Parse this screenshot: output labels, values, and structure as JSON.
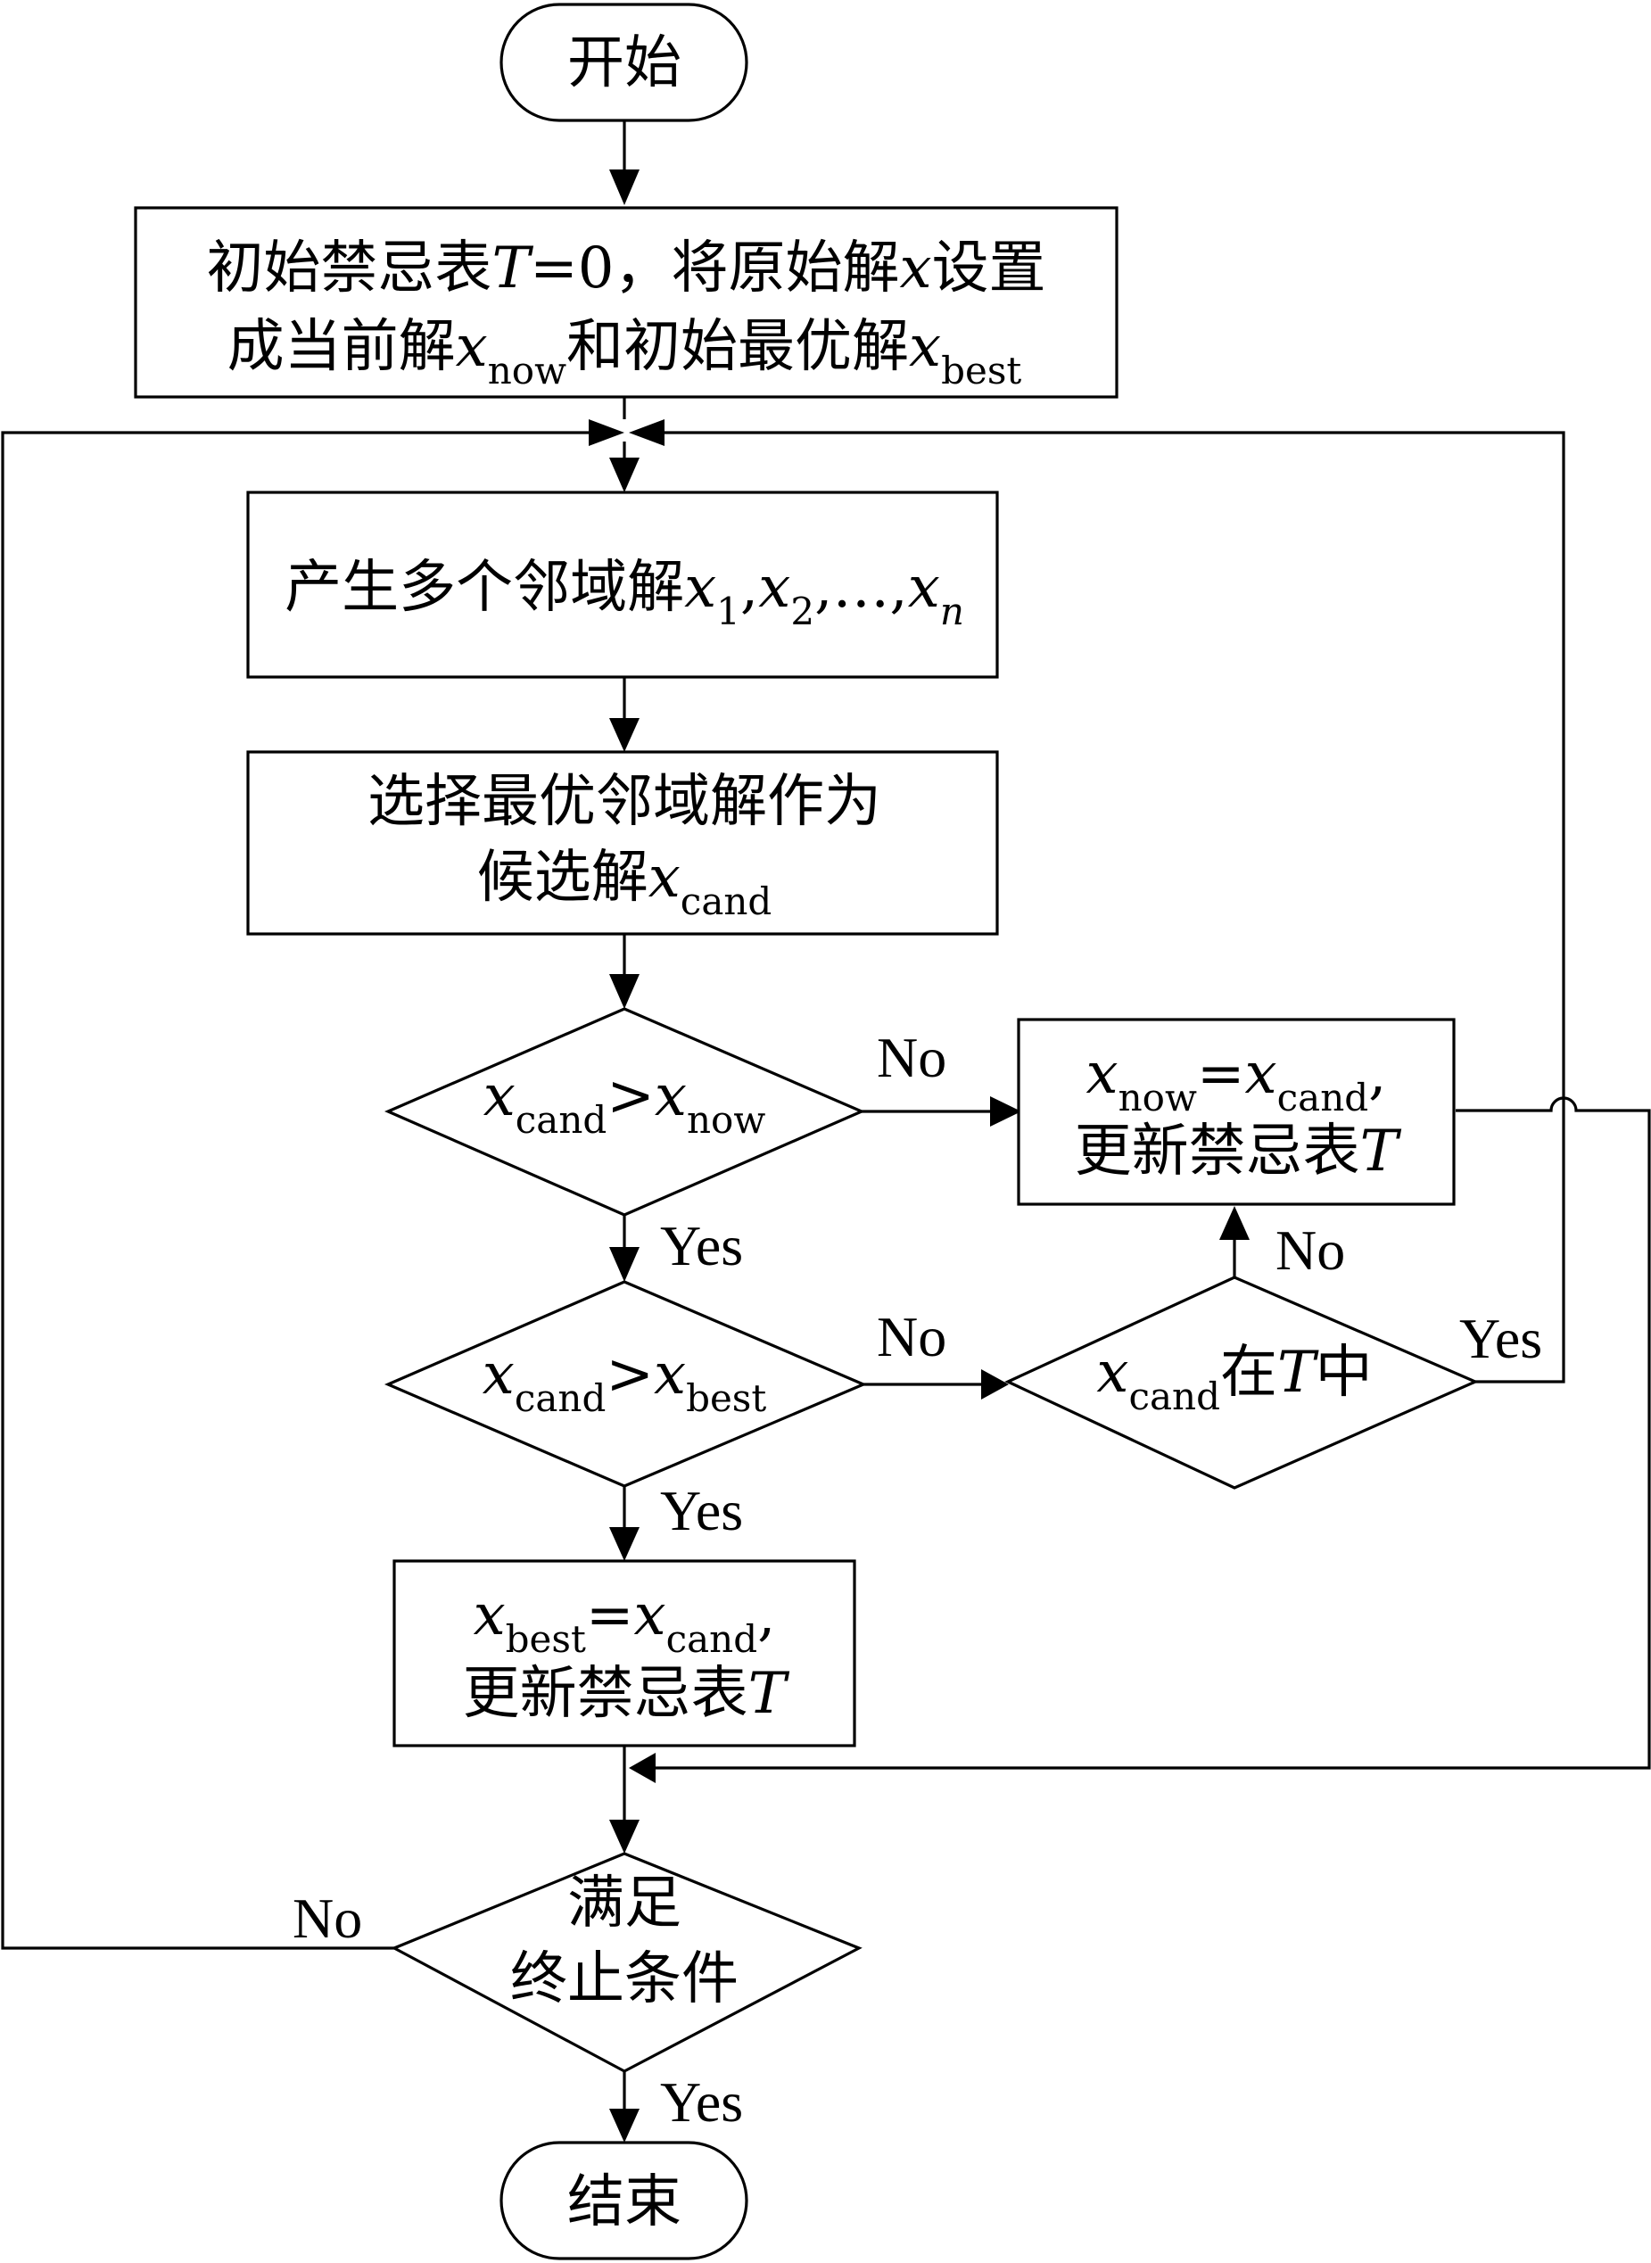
{
  "nodes": {
    "start": "开始",
    "init": {
      "line1": "初始禁忌表T=0，将原始解x设置",
      "line2": "成当前解x now和初始最优解x best"
    },
    "neighbors": "产生多个邻域解x 1,x 2,…,x n",
    "select": {
      "line1": "选择最优邻域解作为",
      "line2": "候选解x cand"
    },
    "cond_now": "x cand>x now",
    "cond_best": "x cand>x best",
    "in_tabu": "x cand在T中",
    "update_now": {
      "line1": "x now=x cand,",
      "line2": "更新禁忌表T"
    },
    "update_best": {
      "line1": "x best=x cand,",
      "line2": "更新禁忌表T"
    },
    "terminate": {
      "line1": "满足",
      "line2": "终止条件"
    },
    "end": "结束"
  },
  "labels": {
    "now_no": "No",
    "now_yes": "Yes",
    "best_no": "No",
    "best_yes": "Yes",
    "tabu_no": "No",
    "tabu_yes": "Yes",
    "term_no": "No",
    "term_yes": "Yes"
  }
}
